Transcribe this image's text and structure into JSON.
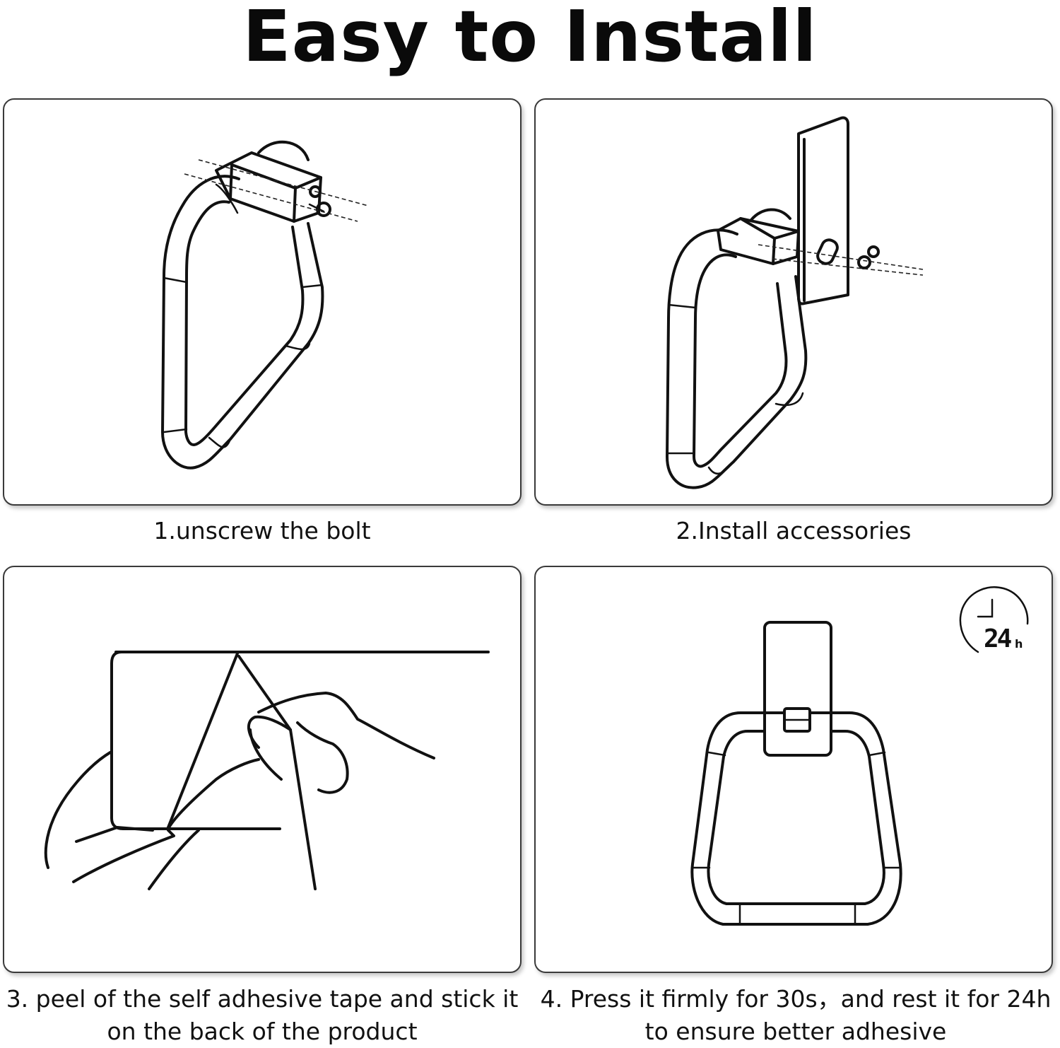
{
  "title": "Easy to Install",
  "steps": [
    {
      "caption_lines": [
        "1.unscrew the bolt"
      ]
    },
    {
      "caption_lines": [
        "2.Install accessories"
      ]
    },
    {
      "caption_lines": [
        "3. peel of the self adhesive tape and stick it",
        "on the back of the product"
      ]
    },
    {
      "caption_lines": [
        "4. Press it firmly for 30s，and rest it for 24h",
        "to ensure better adhesive"
      ]
    }
  ],
  "timer_badge": {
    "number": "24",
    "unit": "h"
  },
  "colors": {
    "ink": "#111111",
    "background": "#ffffff",
    "panel_border": "#3a3a3a"
  }
}
